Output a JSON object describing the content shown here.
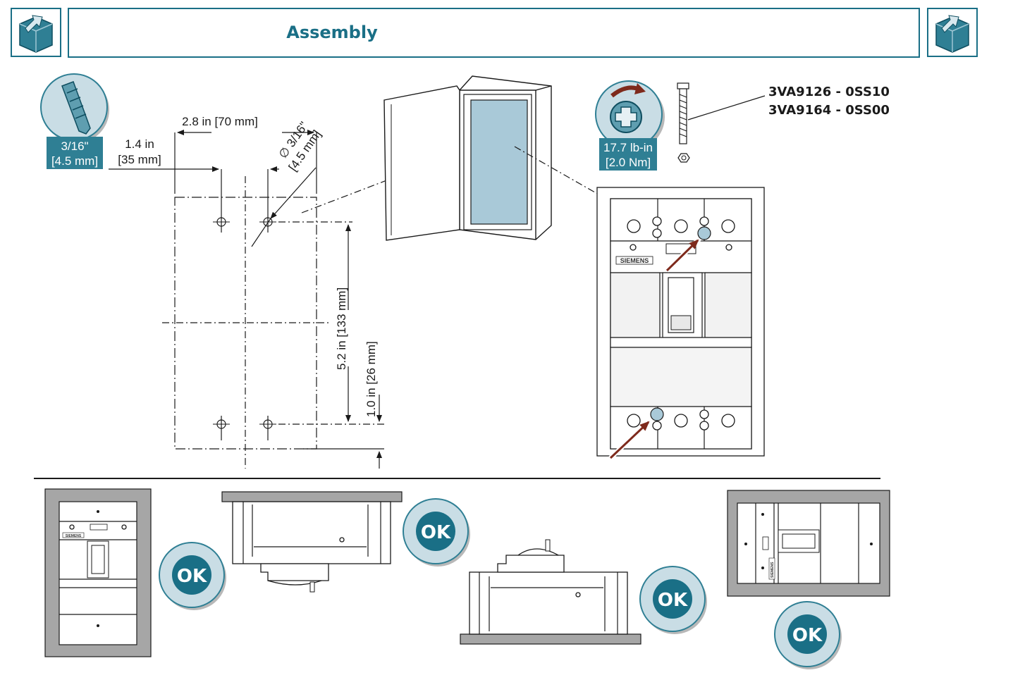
{
  "header": {
    "title": "Assembly",
    "accent_color": "#1a6f86",
    "left_icon": "package-icon",
    "right_icon": "package-icon"
  },
  "drill": {
    "icon": "drill-bit-icon",
    "size_in": "3/16\"",
    "size_mm": "[4.5 mm]"
  },
  "dimensions": {
    "width_spacing": "2.8 in [70 mm]",
    "half_spacing_in": "1.4 in",
    "half_spacing_mm": "[35 mm]",
    "hole_diameter_in": "∅ 3/16\"",
    "hole_diameter_mm": "[4.5 mm]",
    "vertical_spacing": "5.2 in [133 mm]",
    "bottom_offset": "1.0 in [26 mm]"
  },
  "torque": {
    "icon": "screwdriver-torque-icon",
    "value_in": "17.7 lb-in",
    "value_nm": "[2.0 Nm]"
  },
  "parts": {
    "part_1": "3VA9126 - 0SS10",
    "part_2": "3VA9164 - 0SS00"
  },
  "breaker": {
    "brand": "SIEMENS"
  },
  "orientations": {
    "ok_label": "OK",
    "badge_color": "#1a6f86"
  }
}
